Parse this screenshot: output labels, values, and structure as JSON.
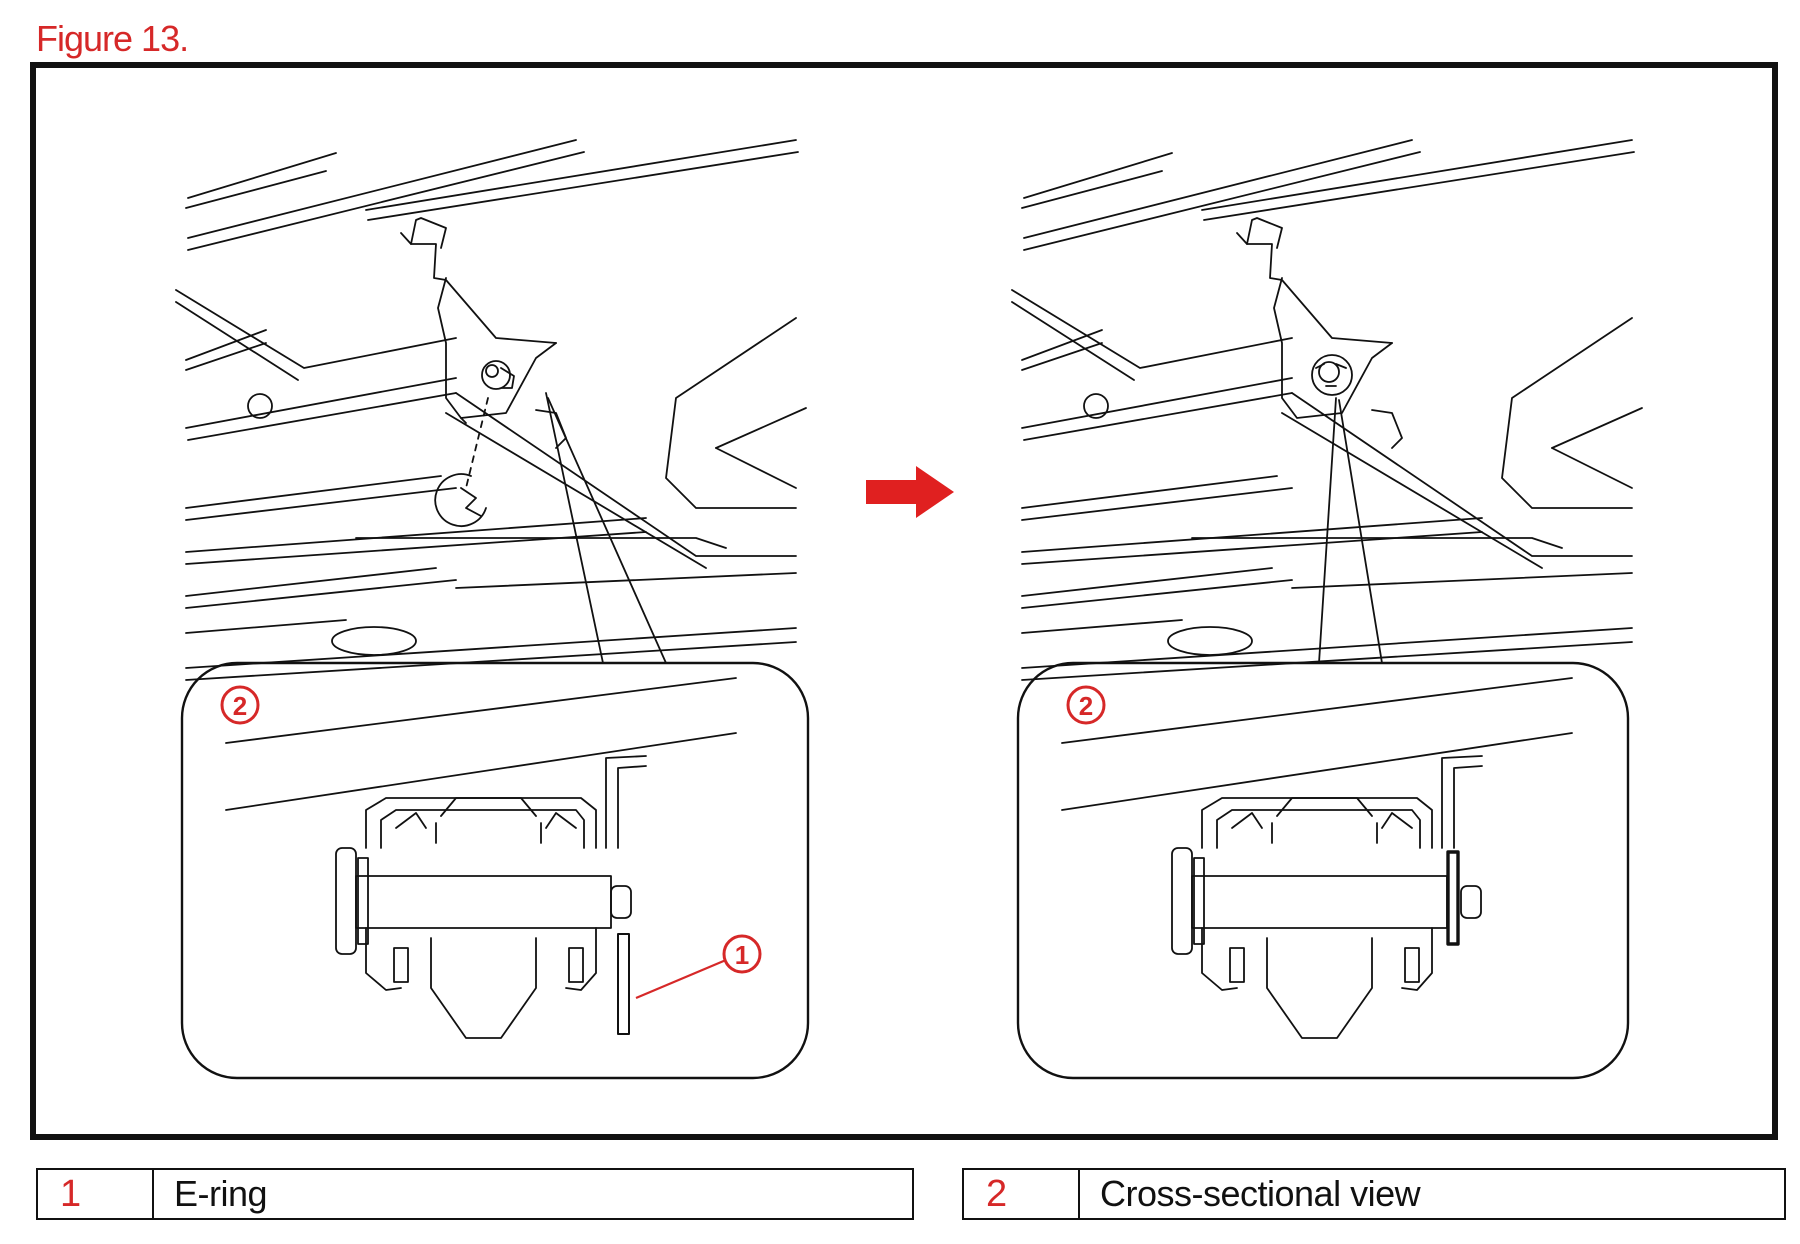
{
  "figure_title": "Figure 13.",
  "callouts": {
    "left_detail": "2",
    "right_detail": "2",
    "e_ring_pointer": "1"
  },
  "legend": [
    {
      "num": "1",
      "label": "E-ring"
    },
    {
      "num": "2",
      "label": "Cross-sectional view"
    }
  ],
  "colors": {
    "accent": "#d62828",
    "line": "#111111"
  },
  "icons": {
    "direction_arrow": "arrow-right-icon"
  }
}
